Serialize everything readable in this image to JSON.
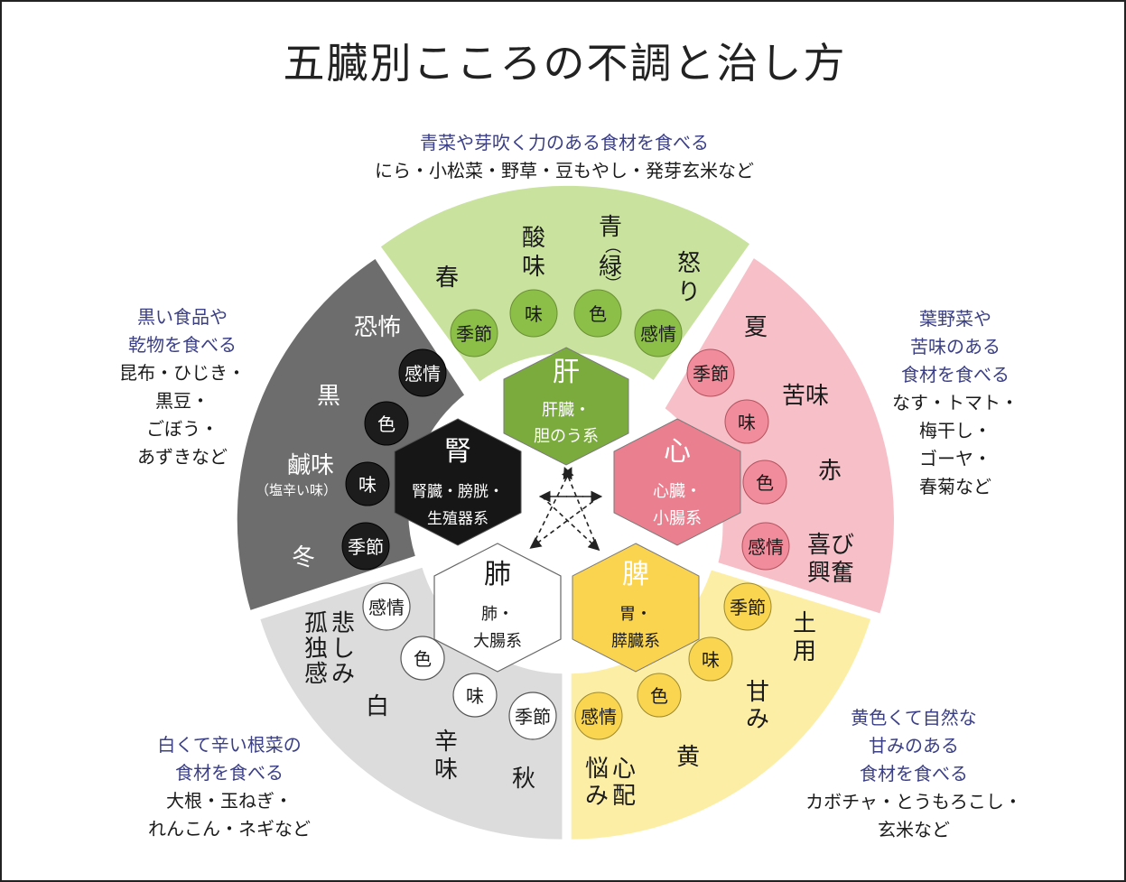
{
  "title": "五臓別こころの不調と治し方",
  "colors": {
    "liver_fill": "#c9e29e",
    "liver_hex": "#7bab3d",
    "liver_circle": "#8cbf47",
    "heart_fill": "#f7bfc8",
    "heart_hex": "#ea7f8f",
    "heart_circle": "#f08c9b",
    "spleen_fill": "#fdeea6",
    "spleen_hex": "#fad44f",
    "spleen_circle": "#f9d550",
    "lung_fill": "#dcdcdc",
    "lung_hex": "#ffffff",
    "lung_circle": "#ffffff",
    "kidney_fill": "#6d6d6d",
    "kidney_hex": "#161616",
    "kidney_circle": "#1c1c1c",
    "heading_text": "#3b3f86"
  },
  "food": {
    "liver": {
      "heading": [
        "青菜や芽吹く力のある食材を食べる"
      ],
      "body": [
        "にら・小松菜・野草・豆もやし・発芽玄米など"
      ]
    },
    "heart": {
      "heading": [
        "葉野菜や",
        "苦味のある",
        "食材を食べる"
      ],
      "body": [
        "なす・トマト・",
        "梅干し・",
        "ゴーヤ・",
        "春菊など"
      ]
    },
    "spleen": {
      "heading": [
        "黄色くて自然な",
        "甘みのある",
        "食材を食べる"
      ],
      "body": [
        "カボチャ・とうもろこし・",
        "玄米など"
      ]
    },
    "lung": {
      "heading": [
        "白くて辛い根菜の",
        "食材を食べる"
      ],
      "body": [
        "大根・玉ねぎ・",
        "れんこん・ネギなど"
      ]
    },
    "kidney": {
      "heading": [
        "黒い食品や",
        "乾物を食べる"
      ],
      "body": [
        "昆布・ひじき・",
        "黒豆・",
        "ごぼう・",
        "あずきなど"
      ]
    }
  },
  "circle_labels": {
    "season": "季節",
    "taste": "味",
    "color": "色",
    "emotion": "感情"
  },
  "organs": {
    "liver": {
      "name": "肝",
      "desc": [
        "肝臓・",
        "胆のう系"
      ],
      "season": "春",
      "taste": [
        "酸",
        "味"
      ],
      "color": [
        "青",
        "（",
        "緑",
        "）"
      ],
      "emotion": [
        "怒",
        "り"
      ]
    },
    "heart": {
      "name": "心",
      "desc": [
        "心臓・",
        "小腸系"
      ],
      "season": "夏",
      "taste": "苦味",
      "color": "赤",
      "emotion": [
        "喜び",
        "興奮"
      ]
    },
    "spleen": {
      "name": "脾",
      "desc": [
        "胃・",
        "膵臓系"
      ],
      "season": [
        "土",
        "用"
      ],
      "taste": [
        "甘",
        "み"
      ],
      "color": "黄",
      "emotion": [
        "心",
        "配",
        "悩",
        "み"
      ]
    },
    "lung": {
      "name": "肺",
      "desc": [
        "肺・",
        "大腸系"
      ],
      "season": "秋",
      "taste": [
        "辛",
        "味"
      ],
      "color": "白",
      "emotion": [
        "悲",
        "し",
        "み",
        "孤",
        "独",
        "感"
      ]
    },
    "kidney": {
      "name": "腎",
      "desc": [
        "腎臓・膀胱・",
        "生殖器系"
      ],
      "season": "冬",
      "taste": "鹹味",
      "taste_note": "（塩辛い味）",
      "color": "黒",
      "emotion": "恐怖"
    }
  }
}
